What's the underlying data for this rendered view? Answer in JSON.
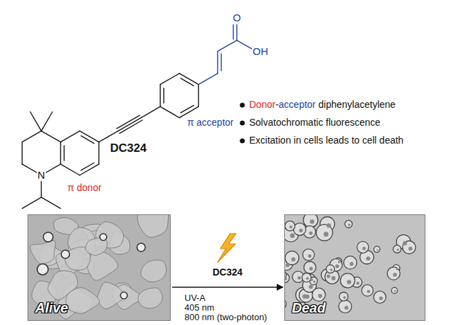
{
  "diagram": {
    "nodes": [
      {
        "text": [
          "Alive"
        ]
      },
      {
        "text": [
          "Dead"
        ]
      }
    ],
    "edges": [
      {
        "from": 0,
        "to": 1,
        "label": "DC324",
        "arrow": "to"
      }
    ],
    "labels": [
      "O",
      "OH",
      "N",
      "π acceptor",
      "π donor",
      "DC324",
      "Donor",
      "-",
      "acceptor",
      "diphenylacetylene",
      "Solvatochromatic fluorescence",
      "Excitation in cells leads to cell death",
      "UV-A",
      "405 nm",
      "800 nm (two-photon)"
    ]
  }
}
